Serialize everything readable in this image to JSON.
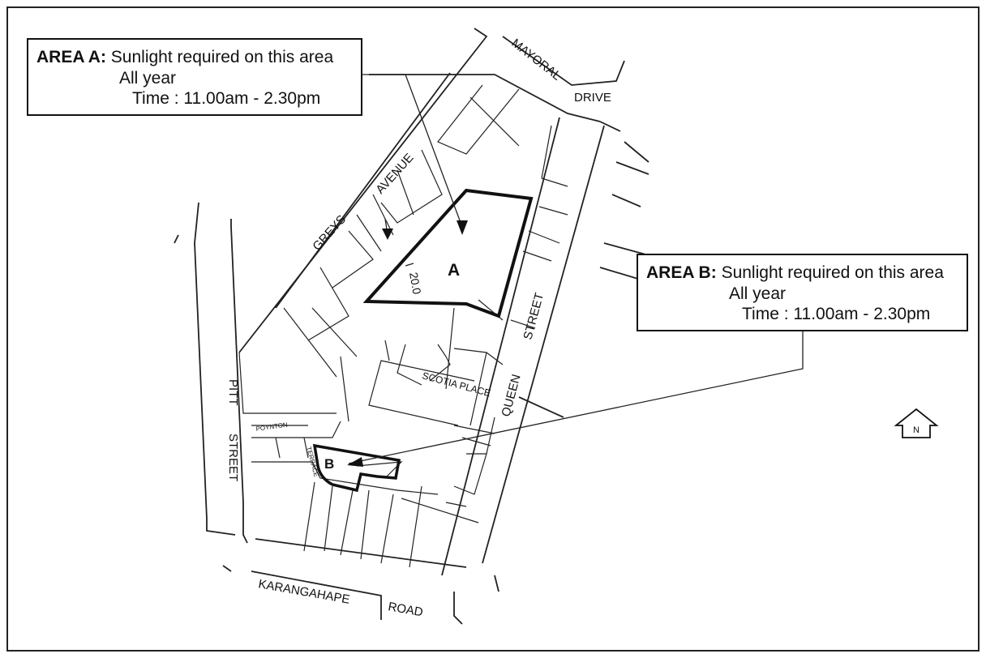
{
  "area_a": {
    "heading": "AREA A:",
    "text": "Sunlight required on this area",
    "period": "All year",
    "time": "Time : 11.00am - 2.30pm",
    "marker": "A",
    "angle_label": "20.0"
  },
  "area_b": {
    "heading": "AREA B:",
    "text": "Sunlight required on this area",
    "period": "All year",
    "time": "Time : 11.00am - 2.30pm",
    "marker": "B"
  },
  "streets": {
    "mayoral": "MAYORAL",
    "drive": "DRIVE",
    "greys": "GREYS",
    "avenue": "AVENUE",
    "queen": "QUEEN",
    "street_queen": "STREET",
    "pitt": "PITT",
    "street_pitt": "STREET",
    "karangahape": "KARANGAHAPE",
    "road": "ROAD",
    "scotia": "SCOTIA PLACE",
    "poynton": "POYNTON",
    "terrace": "TERRACE"
  },
  "north": "N"
}
